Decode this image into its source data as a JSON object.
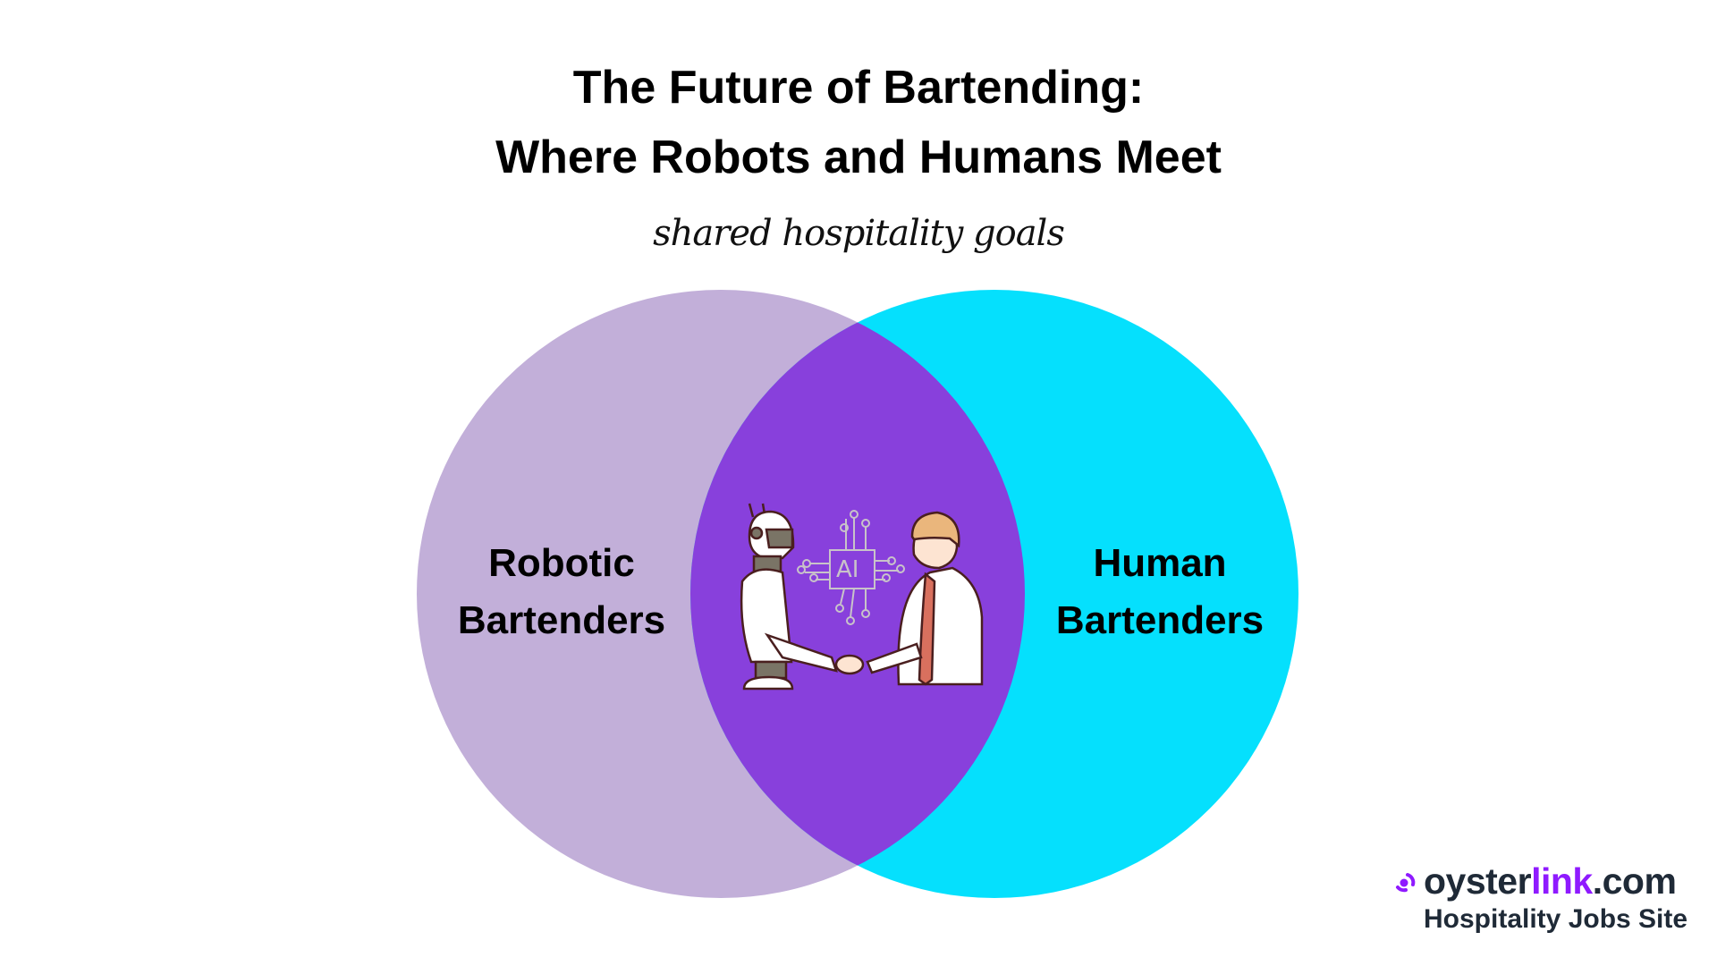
{
  "title": {
    "line1": "The Future of Bartending:",
    "line2": "Where Robots and Humans Meet"
  },
  "subtitle": "shared hospitality goals",
  "venn": {
    "left": {
      "label_line1": "Robotic",
      "label_line2": "Bartenders",
      "color": "#c2afd9"
    },
    "right": {
      "label_line1": "Human",
      "label_line2": "Bartenders",
      "color": "#05e0fd"
    },
    "overlap": {
      "color": "#8840dc",
      "chip_text": "AI",
      "illustration": "robot-human-handshake"
    }
  },
  "logo": {
    "part1": "oyster",
    "part2": "link",
    "part3": ".com",
    "tagline": "Hospitality Jobs Site",
    "accent": "#8f1aff",
    "dark": "#1f2a37"
  }
}
